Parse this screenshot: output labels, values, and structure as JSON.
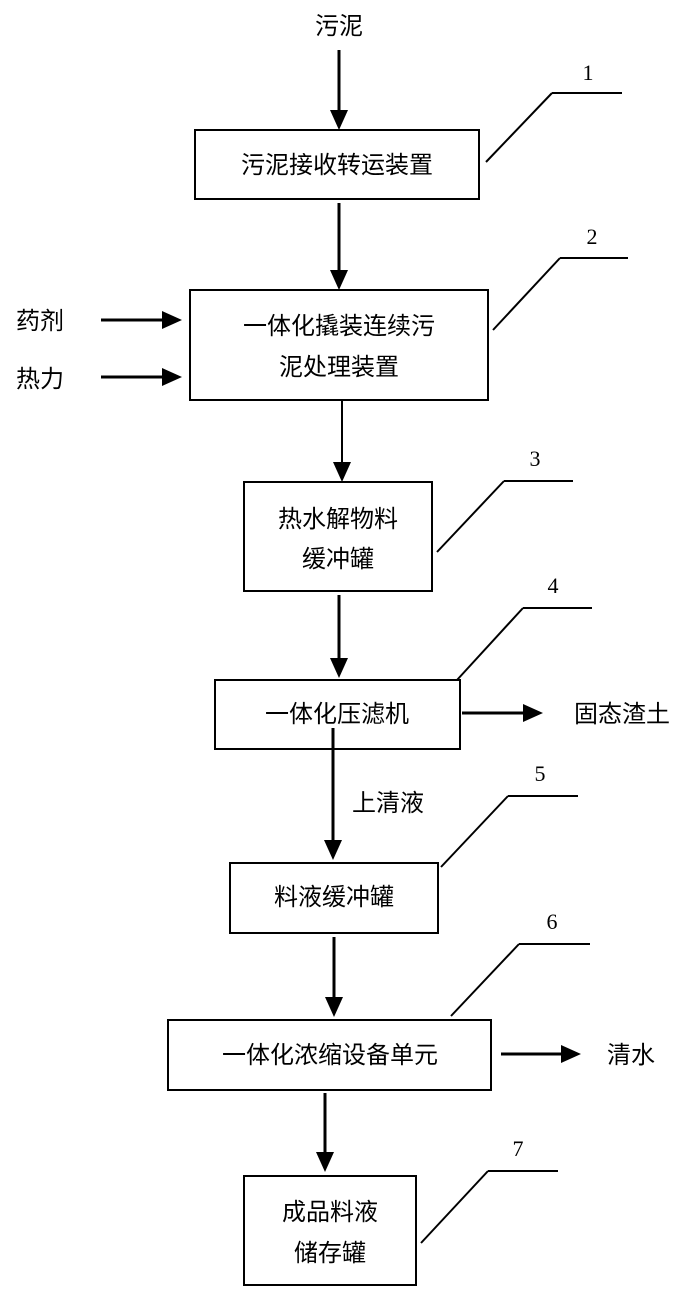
{
  "diagram": {
    "input_sludge": "污泥",
    "steps": [
      {
        "number": "1",
        "lines": [
          "污泥接收转运装置"
        ]
      },
      {
        "number": "2",
        "lines": [
          "一体化撬装连续污",
          "泥处理装置"
        ]
      },
      {
        "number": "3",
        "lines": [
          "热水解物料",
          "缓冲罐"
        ]
      },
      {
        "number": "4",
        "lines": [
          "一体化压滤机"
        ]
      },
      {
        "number": "5",
        "lines": [
          "料液缓冲罐"
        ]
      },
      {
        "number": "6",
        "lines": [
          "一体化浓缩设备单元"
        ]
      },
      {
        "number": "7",
        "lines": [
          "成品料液",
          "储存罐"
        ]
      }
    ],
    "side_inputs": [
      "药剂",
      "热力"
    ],
    "outputs": {
      "solid_residue": "固态渣土",
      "clean_water": "清水"
    },
    "edge_labels": {
      "supernatant": "上清液"
    }
  }
}
